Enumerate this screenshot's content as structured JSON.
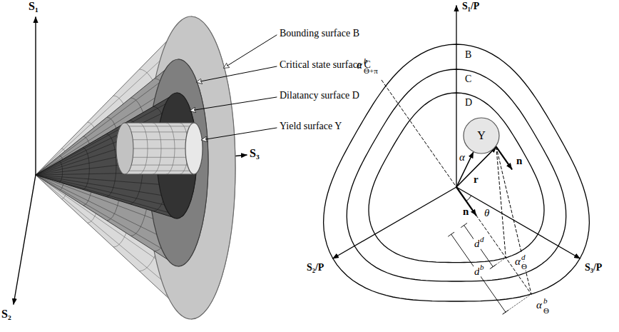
{
  "diagram": {
    "nodes": [
      {
        "text": [
          "Y"
        ]
      }
    ],
    "labels": [
      "S₁",
      "S₂",
      "S₃",
      "Bounding surface B",
      "Critical state surface C",
      "Dilatancy surface D",
      "Yield surface Y",
      "S₁/P",
      "S₂/P",
      "S₃/P",
      "B",
      "C",
      "D",
      "α",
      "r",
      "n",
      "θ",
      "n",
      "d",
      "d",
      "d",
      "b",
      "α",
      "d",
      "Θ",
      "α",
      "b",
      "Θ",
      "α",
      "b",
      "Θ+π"
    ]
  }
}
